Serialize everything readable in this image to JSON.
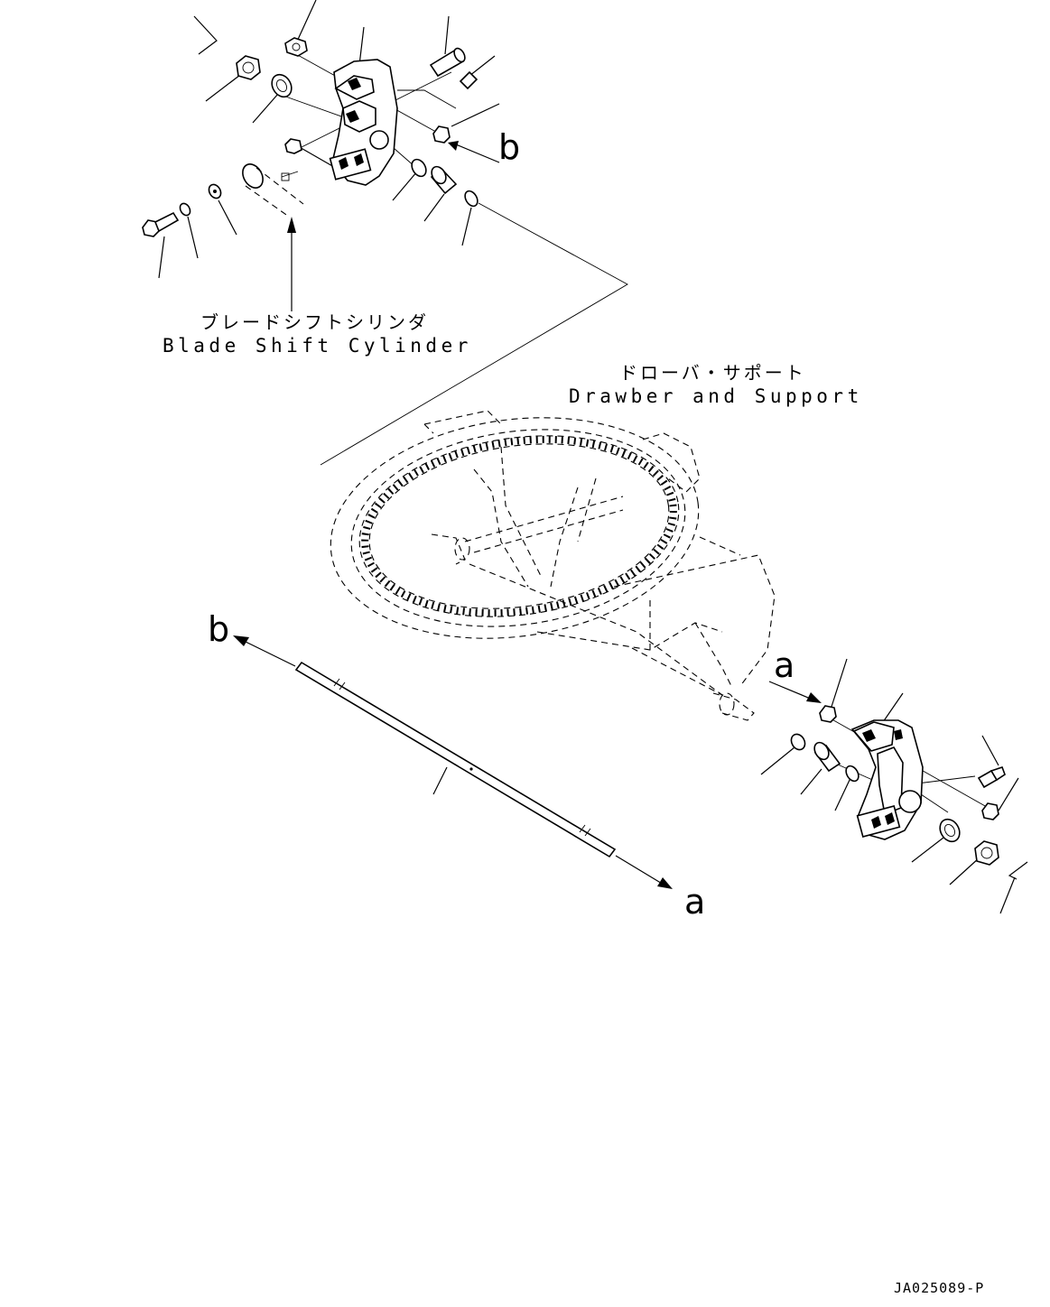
{
  "labels": {
    "cylinder_jp": "ブレードシフトシリンダ",
    "cylinder_en": "Blade Shift Cylinder",
    "support_jp": "ドローバ・サポート",
    "support_en": "Drawber and Support",
    "ref_a": "a",
    "ref_b": "b",
    "drawing_id": "JA025089-P"
  }
}
